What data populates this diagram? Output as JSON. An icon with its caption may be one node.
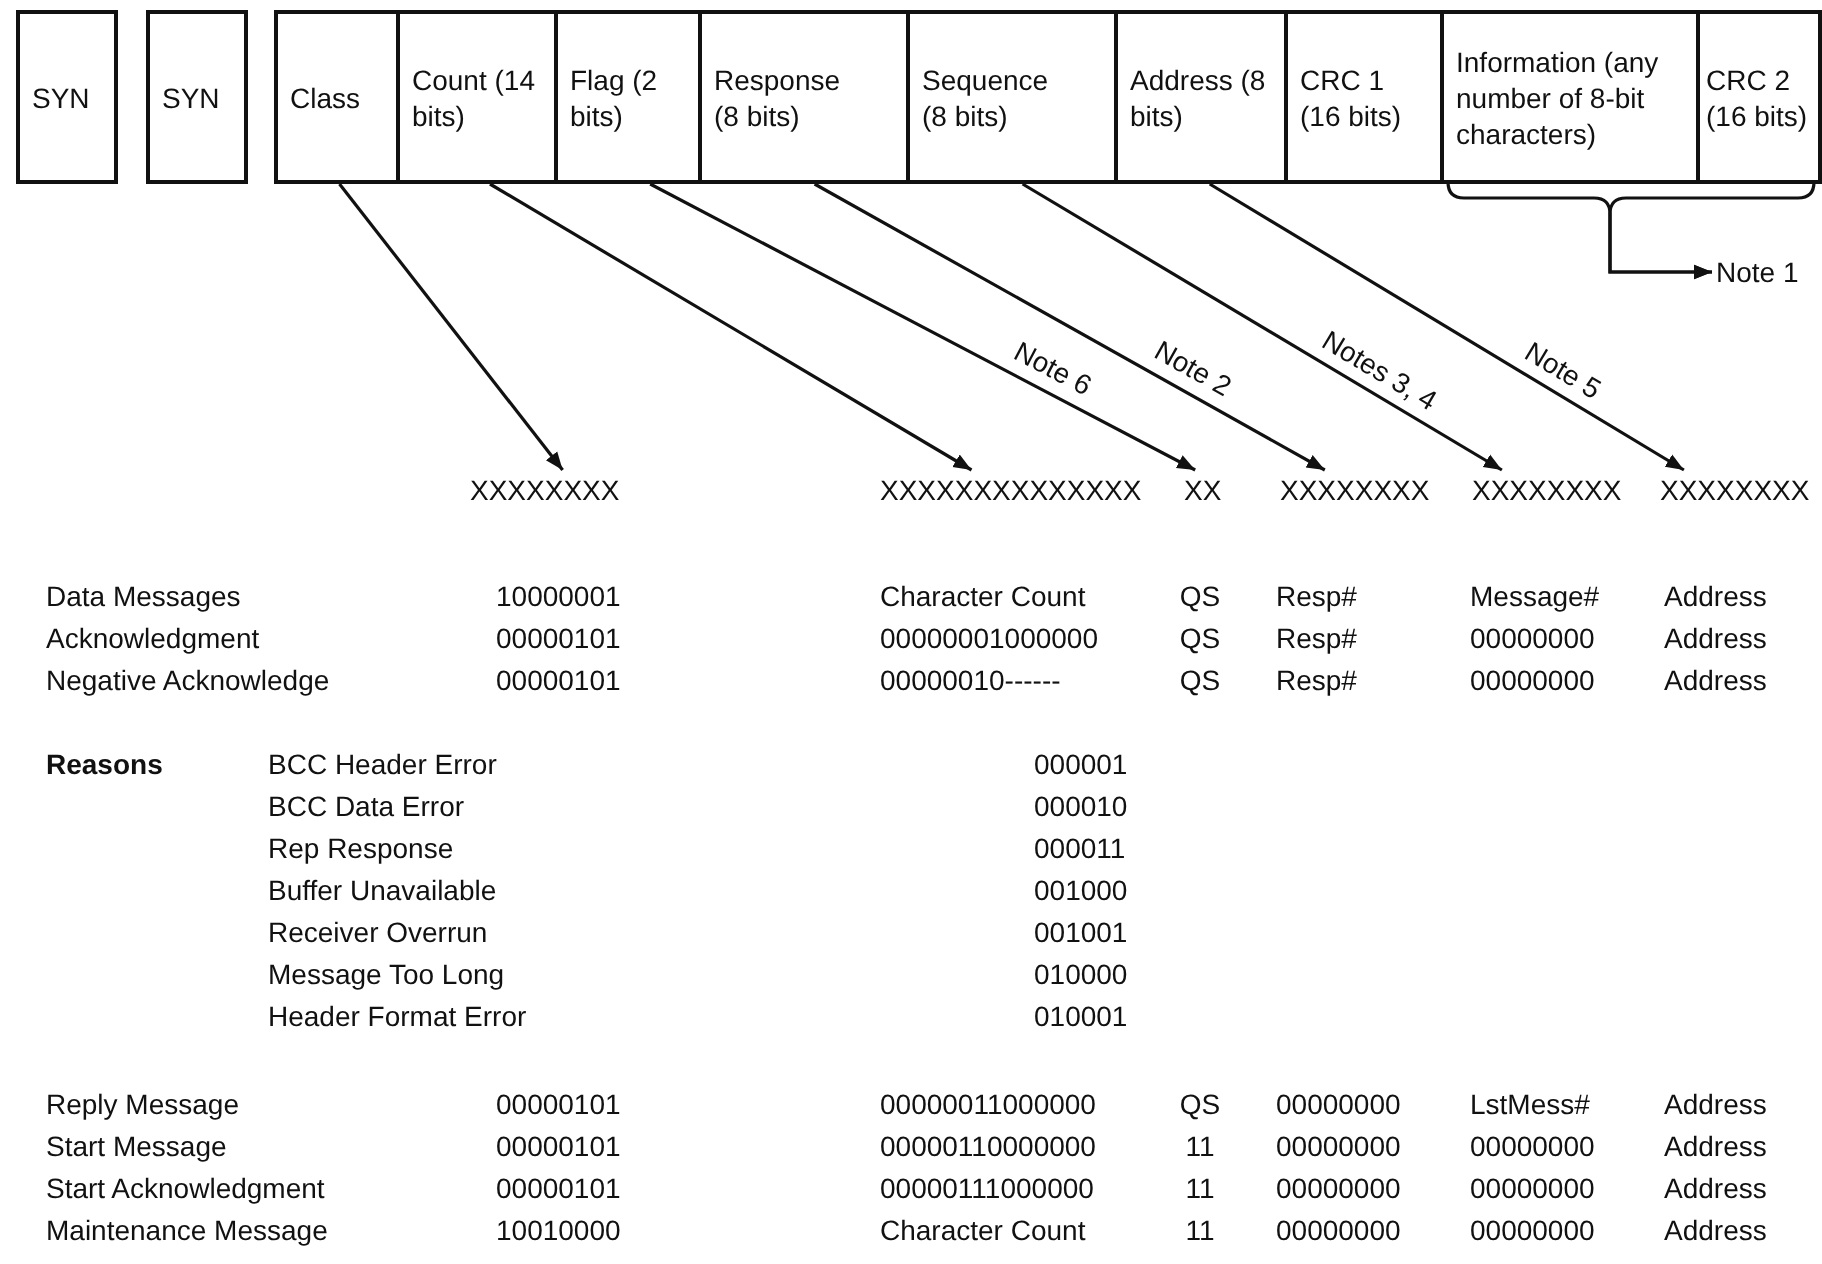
{
  "diagram": {
    "nodes": [
      {
        "text": [
          "SYN"
        ]
      },
      {
        "text": [
          "SYN"
        ]
      },
      {
        "text": [
          "Class"
        ]
      },
      {
        "text": [
          "Count (14 bits)"
        ]
      },
      {
        "text": [
          "Flag (2 bits)"
        ]
      },
      {
        "text": [
          "Response (8 bits)"
        ]
      },
      {
        "text": [
          "Sequence (8 bits)"
        ]
      },
      {
        "text": [
          "Address (8 bits)"
        ]
      },
      {
        "text": [
          "CRC 1 (16 bits)"
        ]
      },
      {
        "text": [
          "Information (any number of 8-bit characters)"
        ]
      },
      {
        "text": [
          "CRC 2 (16 bits)"
        ]
      },
      {
        "text": [
          "XXXXXXXX"
        ]
      },
      {
        "text": [
          "XXXXXXXXXXXXXX"
        ]
      },
      {
        "text": [
          "XX"
        ]
      },
      {
        "text": [
          "XXXXXXXX"
        ]
      },
      {
        "text": [
          "XXXXXXXX"
        ]
      },
      {
        "text": [
          "XXXXXXXX"
        ]
      },
      {
        "text": [
          "Note 1"
        ]
      }
    ],
    "edges": [
      {
        "from": 2,
        "to": 11,
        "arrow": "to"
      },
      {
        "from": 3,
        "to": 12,
        "arrow": "to"
      },
      {
        "from": 4,
        "to": 13,
        "arrow": "to",
        "label": "Note 6"
      },
      {
        "from": 5,
        "to": 14,
        "arrow": "to",
        "label": "Note 2"
      },
      {
        "from": 6,
        "to": 15,
        "arrow": "to",
        "label": "Notes 3, 4"
      },
      {
        "from": 7,
        "to": 16,
        "arrow": "to",
        "label": "Note 5"
      },
      {
        "from": 9,
        "to": 17,
        "arrow": "to"
      },
      {
        "from": 10,
        "to": 17,
        "arrow": "to"
      }
    ],
    "labels": [
      "Data Messages",
      "10000001",
      "Character Count",
      "QS",
      "Resp#",
      "Message#",
      "Address",
      "Acknowledgment",
      "00000101",
      "00000001000000",
      "QS",
      "Resp#",
      "00000000",
      "Address",
      "Negative Acknowledge",
      "00000101",
      "00000010------",
      "QS",
      "Resp#",
      "00000000",
      "Address",
      "Reasons",
      "BCC Header Error",
      "000001",
      "BCC Data Error",
      "000010",
      "Rep Response",
      "000011",
      "Buffer Unavailable",
      "001000",
      "Receiver Overrun",
      "001001",
      "Message Too Long",
      "010000",
      "Header Format Error",
      "010001",
      "Reply Message",
      "00000101",
      "00000011000000",
      "QS",
      "00000000",
      "LstMess#",
      "Address",
      "Start Message",
      "00000101",
      "00000110000000",
      "11",
      "00000000",
      "00000000",
      "Address",
      "Start Acknowledgment",
      "00000101",
      "00000111000000",
      "11",
      "00000000",
      "00000000",
      "Address",
      "Maintenance Message",
      "10010000",
      "Character Count",
      "11",
      "00000000",
      "00000000",
      "Address"
    ]
  }
}
